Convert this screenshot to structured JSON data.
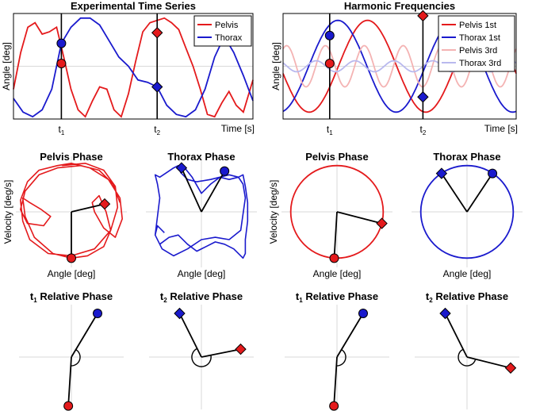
{
  "colors": {
    "pelvis": "#e41a1c",
    "thorax": "#1a1acd",
    "pelvis_3rd": "#f4b3b3",
    "thorax_3rd": "#b9b9ee",
    "axis": "#000000",
    "grid": "#d9d9d9"
  },
  "chart_data": [
    {
      "id": "exp",
      "type": "line",
      "title": "Experimental Time Series",
      "xlabel": "Time [s]",
      "ylabel": "Angle [deg]",
      "xlim": [
        0,
        1
      ],
      "ylim": [
        -1.15,
        1.15
      ],
      "ticks": [
        {
          "main": "t",
          "sub": "1",
          "x": 0.2
        },
        {
          "main": "t",
          "sub": "2",
          "x": 0.6
        }
      ],
      "legend": {
        "placement": "top-right",
        "entries": [
          "Pelvis",
          "Thorax"
        ]
      },
      "series": [
        {
          "name": "Pelvis",
          "color_key": "pelvis",
          "x": [
            0,
            0.03,
            0.06,
            0.09,
            0.12,
            0.15,
            0.18,
            0.21,
            0.24,
            0.27,
            0.3,
            0.33,
            0.36,
            0.39,
            0.42,
            0.45,
            0.48,
            0.51,
            0.54,
            0.57,
            0.6,
            0.63,
            0.66,
            0.69,
            0.72,
            0.75,
            0.78,
            0.81,
            0.84,
            0.87,
            0.9,
            0.93,
            0.96,
            1.0
          ],
          "y": [
            -0.5,
            0.3,
            0.85,
            0.95,
            0.7,
            0.75,
            0.85,
            0.2,
            -0.5,
            -0.95,
            -1.1,
            -0.75,
            -0.45,
            -0.5,
            -0.95,
            -1.1,
            -0.6,
            0.1,
            0.75,
            0.95,
            1.0,
            1.05,
            0.95,
            0.8,
            0.4,
            0.0,
            -0.5,
            -1.05,
            -1.1,
            -0.8,
            -0.55,
            -0.85,
            -1.0,
            -0.3
          ]
        },
        {
          "name": "Thorax",
          "color_key": "thorax",
          "x": [
            0,
            0.04,
            0.08,
            0.12,
            0.16,
            0.2,
            0.24,
            0.28,
            0.32,
            0.36,
            0.4,
            0.44,
            0.48,
            0.52,
            0.56,
            0.6,
            0.64,
            0.68,
            0.72,
            0.76,
            0.8,
            0.84,
            0.88,
            0.92,
            0.96,
            1.0
          ],
          "y": [
            -0.7,
            -1.0,
            -1.1,
            -0.95,
            -0.5,
            0.5,
            0.85,
            1.05,
            1.05,
            0.9,
            0.55,
            0.2,
            0.0,
            -0.3,
            -0.35,
            -0.45,
            -0.85,
            -1.05,
            -1.1,
            -0.95,
            -0.5,
            0.2,
            0.65,
            0.3,
            -0.2,
            -0.75
          ]
        }
      ],
      "markers": [
        {
          "series": "Thorax",
          "shape": "circle",
          "x": 0.2,
          "y": 0.5
        },
        {
          "series": "Pelvis",
          "shape": "circle",
          "x": 0.2,
          "y": 0.06
        },
        {
          "series": "Pelvis",
          "shape": "diamond",
          "x": 0.6,
          "y": 0.73
        },
        {
          "series": "Thorax",
          "shape": "diamond",
          "x": 0.6,
          "y": -0.45
        }
      ]
    },
    {
      "id": "harm",
      "type": "line",
      "title": "Harmonic Frequencies",
      "xlabel": "Time [s]",
      "ylabel": "Angle [deg]",
      "xlim": [
        0,
        1
      ],
      "ylim": [
        -1.15,
        1.15
      ],
      "ticks": [
        {
          "main": "t",
          "sub": "1",
          "x": 0.2
        },
        {
          "main": "t",
          "sub": "2",
          "x": 0.6
        }
      ],
      "legend": {
        "placement": "top-right",
        "entries": [
          "Pelvis 1st",
          "Thorax 1st",
          "Pelvis 3rd",
          "Thorax 3rd"
        ]
      },
      "series": [
        {
          "name": "Pelvis 1st",
          "color_key": "pelvis",
          "func": {
            "amp": 1.0,
            "freq": 2.0,
            "phase": 3.3
          }
        },
        {
          "name": "Thorax 1st",
          "color_key": "thorax",
          "func": {
            "amp": 1.0,
            "freq": 2.0,
            "phase": 4.9
          }
        },
        {
          "name": "Pelvis 3rd",
          "color_key": "pelvis_3rd",
          "func": {
            "amp": 0.45,
            "freq": 6.0,
            "phase": 1.0
          }
        },
        {
          "name": "Thorax 3rd",
          "color_key": "thorax_3rd",
          "func": {
            "amp": 0.12,
            "freq": 6.0,
            "phase": 2.5
          }
        }
      ],
      "markers": [
        {
          "series": "Thorax 1st",
          "shape": "circle",
          "x": 0.2,
          "y": 0.67
        },
        {
          "series": "Pelvis 1st",
          "shape": "circle",
          "x": 0.2,
          "y": 0.06
        },
        {
          "series": "Pelvis 1st",
          "shape": "diamond",
          "x": 0.6,
          "y": 1.1
        },
        {
          "series": "Thorax 1st",
          "shape": "diamond",
          "x": 0.6,
          "y": -0.67
        }
      ]
    },
    {
      "id": "pp_exp",
      "type": "line",
      "title": "Pelvis Phase",
      "xlabel": "Angle [deg]",
      "ylabel": "Velocity [deg/s]",
      "xlim": [
        -1.2,
        1.2
      ],
      "ylim": [
        -1.2,
        1.2
      ],
      "series": [
        {
          "name": "Pelvis",
          "color_key": "pelvis",
          "x": [
            -0.2,
            0.3,
            0.7,
            0.95,
            1.0,
            0.85,
            0.5,
            0.0,
            -0.5,
            -0.9,
            -1.05,
            -1.1,
            -0.95,
            -0.7,
            -0.3,
            0.0,
            0.4,
            0.8,
            1.05,
            1.1,
            0.95,
            0.7,
            0.5,
            0.45,
            0.6,
            0.75,
            0.85,
            0.7,
            0.35,
            0.0,
            -0.4,
            -0.8,
            -1.0,
            -1.05,
            -0.9,
            -0.65,
            -0.45,
            -0.6,
            -0.95,
            -1.1,
            -1.0,
            -0.7,
            -0.3,
            0.2,
            0.6,
            0.9,
            1.05
          ],
          "y": [
            1.0,
            1.05,
            0.9,
            0.55,
            0.1,
            -0.4,
            -0.8,
            -0.95,
            -0.9,
            -0.6,
            -0.2,
            0.25,
            0.65,
            0.9,
            1.0,
            1.05,
            0.95,
            0.7,
            0.3,
            -0.15,
            -0.55,
            -0.35,
            0.0,
            0.2,
            0.35,
            0.0,
            -0.4,
            -0.75,
            -0.95,
            -1.0,
            -0.9,
            -0.55,
            -0.1,
            0.3,
            0.2,
            0.05,
            -0.1,
            -0.3,
            -0.25,
            0.05,
            0.45,
            0.8,
            0.95,
            1.0,
            0.9,
            0.6,
            0.2
          ]
        }
      ],
      "vectors": [
        {
          "shape": "diamond",
          "color_key": "pelvis",
          "x": 0.72,
          "y": 0.17
        },
        {
          "shape": "circle",
          "color_key": "pelvis",
          "x": 0.0,
          "y": -1.0
        }
      ]
    },
    {
      "id": "tp_exp",
      "type": "line",
      "title": "Thorax Phase",
      "xlabel": "Angle [deg]",
      "ylabel": "",
      "xlim": [
        -1.2,
        1.2
      ],
      "ylim": [
        -1.2,
        1.2
      ],
      "series": [
        {
          "name": "Thorax",
          "color_key": "thorax",
          "x": [
            -0.4,
            -0.2,
            0.0,
            0.2,
            0.4,
            0.6,
            0.8,
            0.9,
            0.95,
            1.0,
            1.0,
            0.95,
            0.95,
            0.9,
            0.7,
            0.5,
            0.3,
            0.1,
            -0.1,
            -0.3,
            -0.5,
            -0.7,
            -0.9,
            -1.0,
            -0.95,
            -0.9,
            -0.95,
            -1.0,
            -0.9,
            -0.75,
            -0.6,
            -0.5,
            -0.45,
            -0.3,
            -0.1,
            0.2,
            0.4,
            0.6,
            0.8,
            0.9,
            0.95,
            0.85,
            0.6,
            0.3,
            0.0,
            -0.3,
            -0.6,
            -0.85,
            -1.0,
            -0.95,
            -0.8
          ],
          "y": [
            1.0,
            0.75,
            0.4,
            0.6,
            0.75,
            0.7,
            0.75,
            0.8,
            0.55,
            0.2,
            -0.2,
            -0.6,
            -0.9,
            -1.0,
            -0.8,
            -0.7,
            -0.65,
            -0.75,
            -0.85,
            -0.7,
            -0.5,
            -0.55,
            -0.7,
            -0.5,
            -0.1,
            0.3,
            0.6,
            0.8,
            0.75,
            0.85,
            0.95,
            1.0,
            0.85,
            0.7,
            0.65,
            0.7,
            0.75,
            0.8,
            0.75,
            0.6,
            0.3,
            -0.4,
            -0.6,
            -0.55,
            -0.6,
            -0.8,
            -0.95,
            -0.8,
            -0.5,
            -0.3,
            -0.45
          ]
        }
      ],
      "vectors": [
        {
          "shape": "diamond",
          "color_key": "thorax",
          "x": -0.43,
          "y": 0.95
        },
        {
          "shape": "circle",
          "color_key": "thorax",
          "x": 0.5,
          "y": 0.88
        }
      ]
    },
    {
      "id": "pp_harm",
      "type": "line",
      "title": "Pelvis Phase",
      "xlabel": "Angle [deg]",
      "ylabel": "Velocity [deg/s]",
      "xlim": [
        -1.2,
        1.2
      ],
      "ylim": [
        -1.2,
        1.2
      ],
      "circle": {
        "r": 1.0,
        "color_key": "pelvis"
      },
      "vectors": [
        {
          "shape": "diamond",
          "color_key": "pelvis",
          "x": 0.97,
          "y": -0.25
        },
        {
          "shape": "circle",
          "color_key": "pelvis",
          "x": -0.06,
          "y": -1.0
        }
      ]
    },
    {
      "id": "tp_harm",
      "type": "line",
      "title": "Thorax Phase",
      "xlabel": "Angle [deg]",
      "ylabel": "",
      "xlim": [
        -1.2,
        1.2
      ],
      "ylim": [
        -1.2,
        1.2
      ],
      "circle": {
        "r": 1.0,
        "color_key": "thorax"
      },
      "vectors": [
        {
          "shape": "diamond",
          "color_key": "thorax",
          "x": -0.55,
          "y": 0.83
        },
        {
          "shape": "circle",
          "color_key": "thorax",
          "x": 0.55,
          "y": 0.83
        }
      ]
    },
    {
      "id": "rel1_exp",
      "type": "line",
      "title_main": "t",
      "title_sub": "1",
      "title_rest": " Relative Phase",
      "xlim": [
        -1.2,
        1.2
      ],
      "ylim": [
        -1.2,
        1.2
      ],
      "vectors": [
        {
          "shape": "circle",
          "color_key": "thorax",
          "x": 0.6,
          "y": 1.0
        },
        {
          "shape": "circle",
          "color_key": "pelvis",
          "x": -0.07,
          "y": -1.12
        }
      ],
      "arc": {
        "r": 0.2,
        "from": "first",
        "to": "second"
      }
    },
    {
      "id": "rel2_exp",
      "type": "line",
      "title_main": "t",
      "title_sub": "2",
      "title_rest": " Relative Phase",
      "xlim": [
        -1.2,
        1.2
      ],
      "ylim": [
        -1.2,
        1.2
      ],
      "vectors": [
        {
          "shape": "diamond",
          "color_key": "thorax",
          "x": -0.5,
          "y": 1.0
        },
        {
          "shape": "diamond",
          "color_key": "pelvis",
          "x": 0.9,
          "y": 0.18
        }
      ],
      "arc": {
        "r": 0.22,
        "from": "second",
        "to": "first"
      }
    },
    {
      "id": "rel1_harm",
      "type": "line",
      "title_main": "t",
      "title_sub": "1",
      "title_rest": " Relative Phase",
      "xlim": [
        -1.2,
        1.2
      ],
      "ylim": [
        -1.2,
        1.2
      ],
      "vectors": [
        {
          "shape": "circle",
          "color_key": "thorax",
          "x": 0.6,
          "y": 1.0
        },
        {
          "shape": "circle",
          "color_key": "pelvis",
          "x": -0.07,
          "y": -1.12
        }
      ],
      "arc": {
        "r": 0.2,
        "from": "first",
        "to": "second"
      }
    },
    {
      "id": "rel2_harm",
      "type": "line",
      "title_main": "t",
      "title_sub": "2",
      "title_rest": " Relative Phase",
      "xlim": [
        -1.2,
        1.2
      ],
      "ylim": [
        -1.2,
        1.2
      ],
      "vectors": [
        {
          "shape": "diamond",
          "color_key": "thorax",
          "x": -0.5,
          "y": 1.0
        },
        {
          "shape": "diamond",
          "color_key": "pelvis",
          "x": 1.0,
          "y": -0.25
        }
      ],
      "arc": {
        "r": 0.2,
        "from": "second",
        "to": "first"
      }
    }
  ]
}
